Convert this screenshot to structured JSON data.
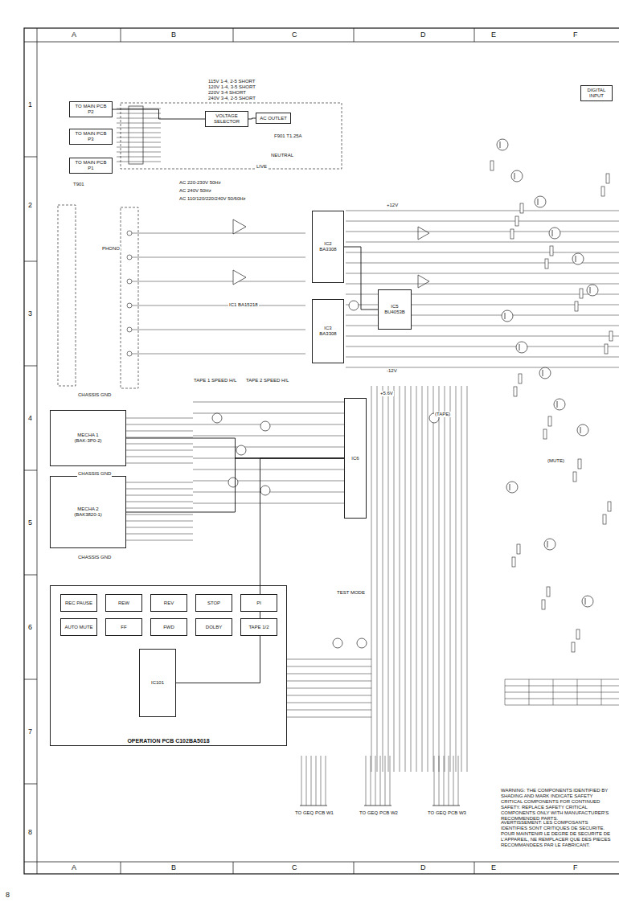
{
  "diagram": {
    "nodes": [
      {
        "text": [
          "VOLTAGE SELECTOR"
        ]
      },
      {
        "text": [
          "AC OUTLET"
        ]
      },
      {
        "text": [
          "IC2",
          "BA3308"
        ]
      },
      {
        "text": [
          "IC3",
          "BA3308"
        ]
      },
      {
        "text": [
          "IC5",
          "BU4053B"
        ]
      },
      {
        "text": [
          "IC6"
        ]
      },
      {
        "text": [
          "MECHA 1",
          "(BAK-3P0-2)"
        ]
      },
      {
        "text": [
          "MECHA 2",
          "(BAK3820-1)"
        ]
      },
      {
        "text": [
          "OPERATION PCB C102BA5018"
        ]
      },
      {
        "text": [
          "REC PAUSE"
        ],
        "in": 8
      },
      {
        "text": [
          "REW"
        ],
        "in": 8
      },
      {
        "text": [
          "REV"
        ],
        "in": 8
      },
      {
        "text": [
          "STOP"
        ],
        "in": 8
      },
      {
        "text": [
          "PI"
        ],
        "in": 8
      },
      {
        "text": [
          "AUTO MUTE"
        ],
        "in": 8
      },
      {
        "text": [
          "FF"
        ],
        "in": 8
      },
      {
        "text": [
          "FWD"
        ],
        "in": 8
      },
      {
        "text": [
          "DOLBY"
        ],
        "in": 8
      },
      {
        "text": [
          "TAPE 1/2"
        ],
        "in": 8
      },
      {
        "text": [
          "IC101"
        ],
        "in": 8
      },
      {
        "text": [
          "DIGITAL INPUT"
        ]
      },
      {
        "text": [
          "TO MAIN PCB P2"
        ]
      },
      {
        "text": [
          "TO MAIN PCB P3"
        ]
      },
      {
        "text": [
          "TO MAIN PCB P1"
        ]
      }
    ],
    "edges": [
      {
        "from": 21,
        "to": 0,
        "arrow": "none"
      },
      {
        "from": 0,
        "to": 1,
        "arrow": "none"
      },
      {
        "from": 2,
        "to": 4,
        "arrow": "none"
      },
      {
        "from": 6,
        "to": 5,
        "arrow": "none"
      },
      {
        "from": 7,
        "to": 5,
        "arrow": "none"
      },
      {
        "from": 19,
        "to": 5,
        "arrow": "none"
      }
    ],
    "labels": [
      "A",
      "B",
      "C",
      "D",
      "E",
      "F",
      "A",
      "B",
      "C",
      "D",
      "E",
      "F",
      "1",
      "2",
      "3",
      "4",
      "5",
      "6",
      "7",
      "8",
      "8",
      "115V 1-4, 2-5 SHORT",
      "120V 1-4, 3-5 SHORT",
      "220V 3-4 SHORT",
      "240V 3-4, 2-5 SHORT",
      "T901",
      "AC 220-230V 50Hz",
      "AC 240V 50Hz",
      "AC 110/120/220/240V 50/60Hz",
      "F901 T1.25A",
      "LIVE",
      "NEUTRAL",
      "PHONO",
      "CHASSIS GND",
      "CHASSIS GND",
      "CHASSIS GND",
      "IC1 BA15218",
      "+12V",
      "-12V",
      "+5.6V",
      "TAPE 1 SPEED H/L",
      "TAPE 2 SPEED H/L",
      "(TAPE)",
      "(MUTE)",
      "TEST MODE",
      "TO GEQ PCB W1",
      "TO GEQ PCB W2",
      "TO GEQ PCB W3",
      "WARNING: THE COMPONENTS IDENTIFIED BY SHADING AND MARK INDICATE SAFETY CRITICAL COMPONENTS FOR CONTINUED SAFETY. REPLACE SAFETY CRITICAL COMPONENTS ONLY WITH MANUFACTURER'S RECOMMENDED PARTS.",
      "AVERTISSEMENT: LES COMPOSANTS IDENTIFIES SONT CRITIQUES DE SECURITE. POUR MAINTENIR LE DEGRE DE SECURITE DE L'APPAREIL, NE REMPLACER QUE DES PIECES RECOMMANDEES PAR LE FABRICANT."
    ]
  }
}
